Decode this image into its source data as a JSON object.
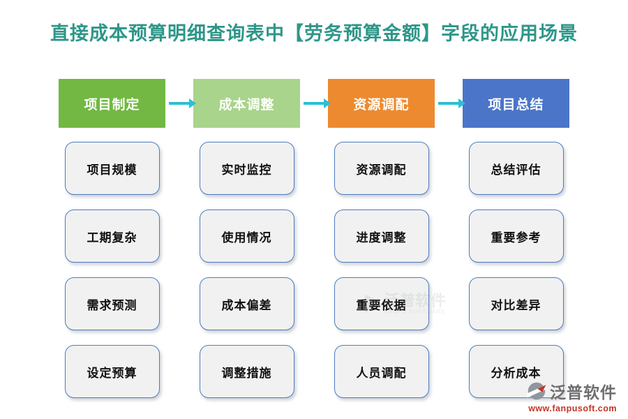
{
  "title": "直接成本预算明细查询表中【劳务预算金额】字段的应用场景",
  "title_color": "#2E9689",
  "arrow_color": "#2BBFD8",
  "item_box_style": {
    "fill": "#F1F1F1",
    "border": "#4D7CC0"
  },
  "columns": [
    {
      "header": "项目制定",
      "color": "#72B842",
      "items": [
        "项目规模",
        "工期复杂",
        "需求预测",
        "设定预算"
      ]
    },
    {
      "header": "成本调整",
      "color": "#A9D48B",
      "items": [
        "实时监控",
        "使用情况",
        "成本偏差",
        "调整措施"
      ]
    },
    {
      "header": "资源调配",
      "color": "#ED8A2F",
      "items": [
        "资源调配",
        "进度调整",
        "重要依据",
        "人员调配"
      ]
    },
    {
      "header": "项目总结",
      "color": "#4A75C9",
      "items": [
        "总结评估",
        "重要参考",
        "对比差异",
        "分析成本"
      ]
    }
  ],
  "watermark_center": {
    "text": "泛普软件",
    "subtext": "FANPU SOFTWARE"
  },
  "brand": {
    "name": "泛普软件",
    "url": "www.fanpusoft.com"
  }
}
